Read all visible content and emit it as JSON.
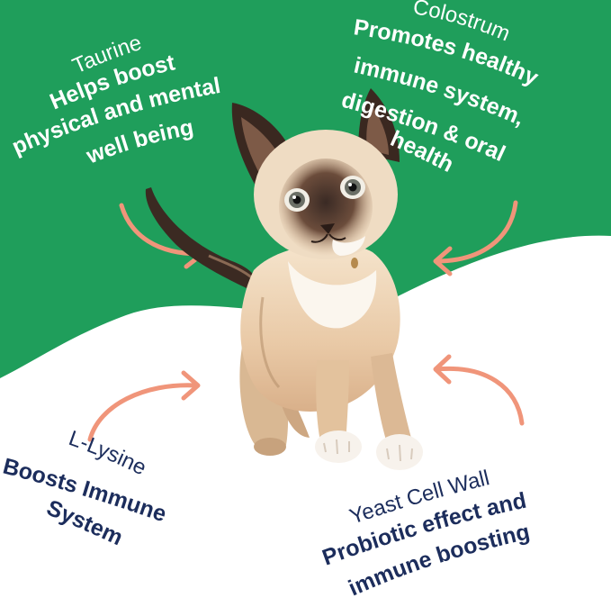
{
  "colors": {
    "background_green": "#1f9e5b",
    "background_white": "#ffffff",
    "arrow": "#f0957a",
    "light_text": "#ffffff",
    "dark_text": "#1c2d5c"
  },
  "ingredients": {
    "taurine": {
      "name": "Taurine",
      "line1": "Helps boost",
      "line2": "physical and mental",
      "line3": "well being"
    },
    "colostrum": {
      "name": "Colostrum",
      "line1": "Promotes healthy",
      "line2": "immune system,",
      "line3": "digestion & oral",
      "line4": "health"
    },
    "llysine": {
      "name": "L-Lysine",
      "line1": "Boosts Immune",
      "line2": "System"
    },
    "yeast": {
      "name": "Yeast Cell Wall",
      "line1": "Probiotic effect and",
      "line2": "immune boosting"
    }
  },
  "image": {
    "subject": "siamese-kitten-illustration"
  }
}
